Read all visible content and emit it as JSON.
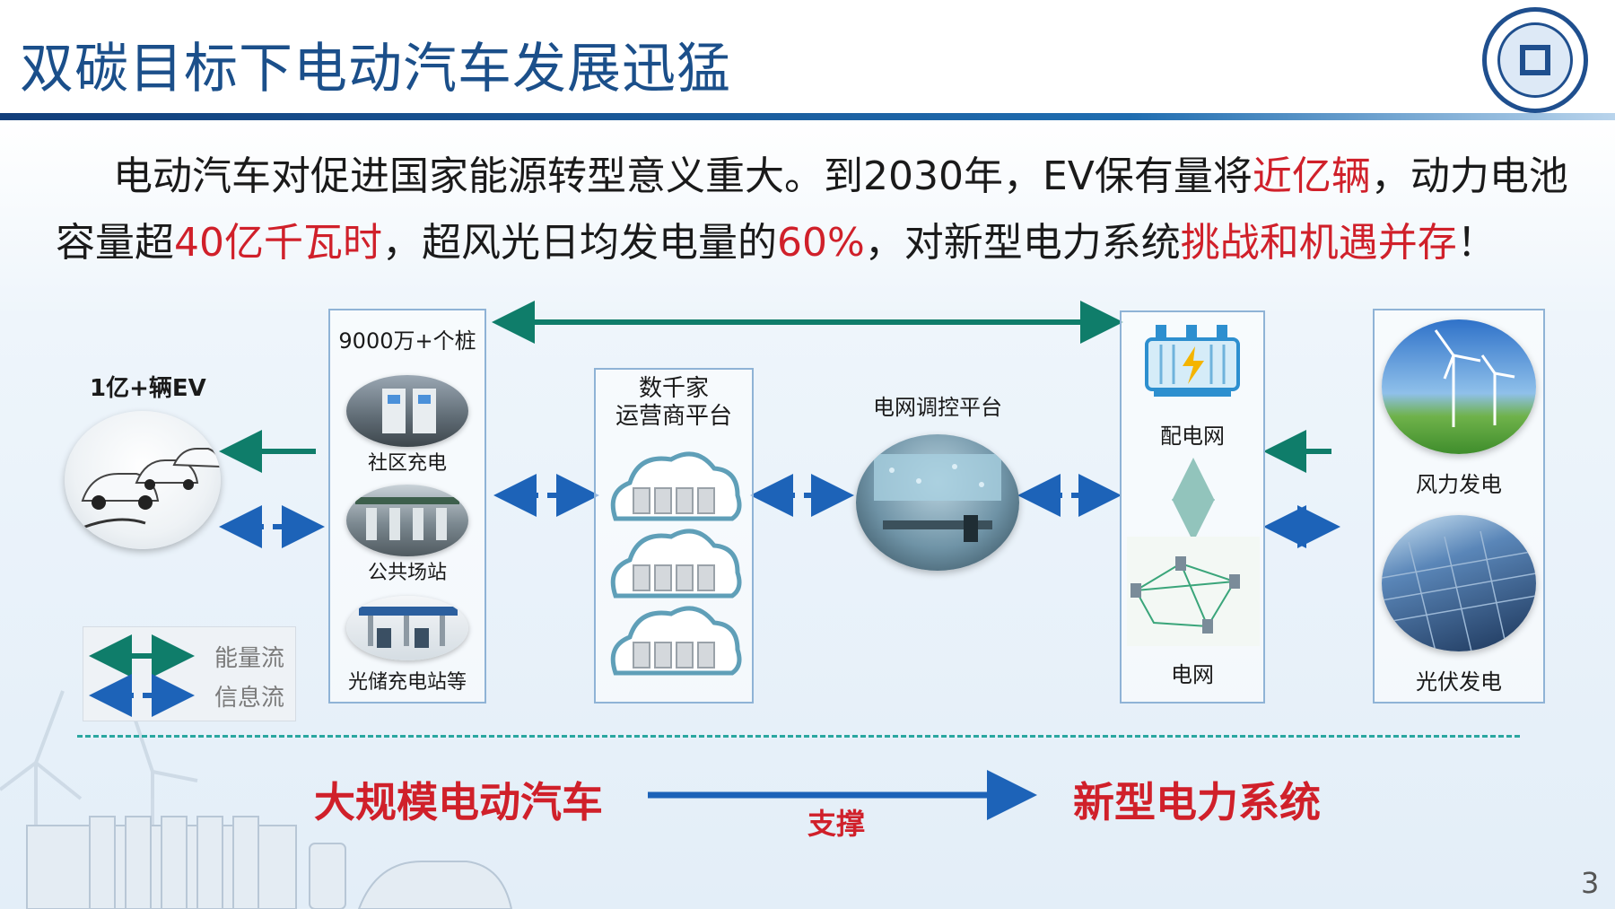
{
  "title": "双碳目标下电动汽车发展迅猛",
  "intro": {
    "p1": "电动汽车对促进国家能源转型意义重大。到2030年，EV保有量将",
    "r1": "近亿辆",
    "p2": "，动力电池容量超",
    "r2": "40亿千瓦时",
    "p3": "，超风光日均发电量的",
    "r3": "60%",
    "p4": "，对新型电力系统",
    "r4": "挑战和机遇并存",
    "p5": "！"
  },
  "ev": {
    "label": "1亿+辆EV"
  },
  "piles": {
    "header": "9000万+个桩",
    "items": [
      "社区充电",
      "公共场站",
      "光储充电站等"
    ]
  },
  "operators": {
    "label": "数千家\n运营商平台"
  },
  "grid_platform": {
    "label": "电网调控平台"
  },
  "grid": {
    "distribution": "配电网",
    "grid": "电网"
  },
  "renewables": {
    "wind": "风力发电",
    "solar": "光伏发电"
  },
  "legend": {
    "energy": "能量流",
    "info": "信息流"
  },
  "bottom": {
    "left": "大规模电动汽车",
    "right": "新型电力系统",
    "arrow_label": "支撑"
  },
  "page_number": "3",
  "colors": {
    "energy_arrow": "#0f7d6a",
    "info_arrow": "#1d63b8",
    "highlight": "#d0202a",
    "title": "#1b4f8a"
  }
}
